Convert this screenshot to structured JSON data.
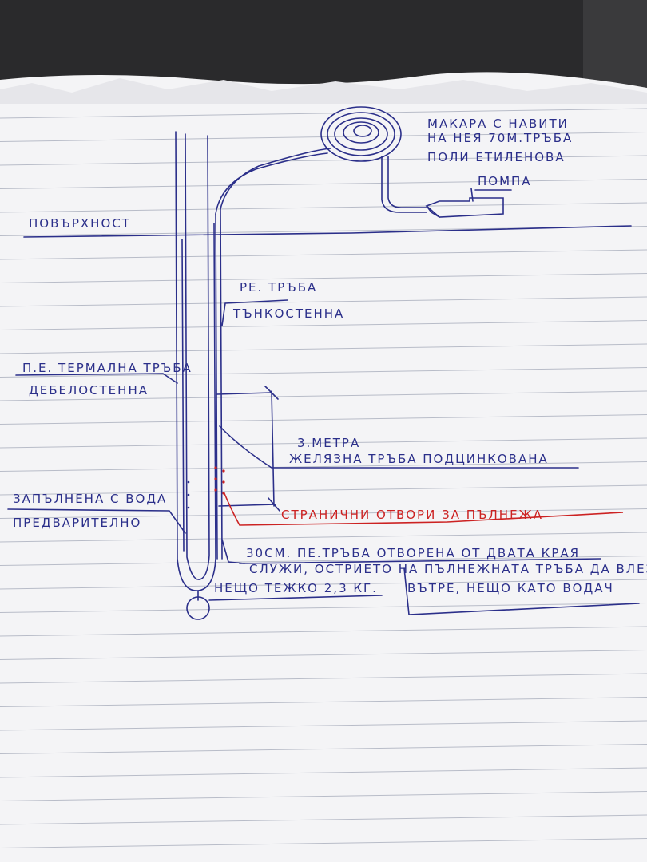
{
  "colors": {
    "paper": "#f4f4f6",
    "rule_line": "#b8bcc8",
    "ink_blue": "#2b2f8a",
    "ink_red": "#cc2222",
    "folder": "#2a2a2c"
  },
  "labels": {
    "reel_line1": "МАКАРА С НАВИТИ",
    "reel_line2": "НА НЕЯ 70М.ТРЪБА",
    "reel_line3": "ПОЛИ ЕТИЛЕНОВА",
    "pump": "ПОМПА",
    "surface": "ПОВЪРХНОСТ",
    "pe_pipe_line1": "PE. ТРЪБА",
    "pe_pipe_line2": "ТЪНКОСТЕННА",
    "thermal_line1": "П.Е. ТЕРМАЛНА ТРЪБА",
    "thermal_line2": "ДЕБЕЛОСТЕННА",
    "iron_line1": "3.МЕТРА",
    "iron_line2": "ЖЕЛЯЗНА ТРЪБА ПОДЦИНКОВАНА",
    "filled_line1": "ЗАПЪЛНЕНА С ВОДА",
    "filled_line2": "ПРЕДВАРИТЕЛНО",
    "side_holes": "СТРАНИЧНИ ОТВОРИ ЗА ПЪЛНЕЖА",
    "guide_line1": "30СМ. ПЕ.ТРЪБА ОТВОРЕНА ОТ ДВАТА КРАЯ",
    "guide_line2": "СЛУЖИ, ОСТРИЕТО НА ПЪЛНЕЖНАТА ТРЪБА ДА ВЛЕЗЕ",
    "guide_line3": "ВЪТРЕ, НЕЩО КАТО ВОДАЧ",
    "weight": "НЕЩО ТЕЖКО 2,3 КГ."
  }
}
